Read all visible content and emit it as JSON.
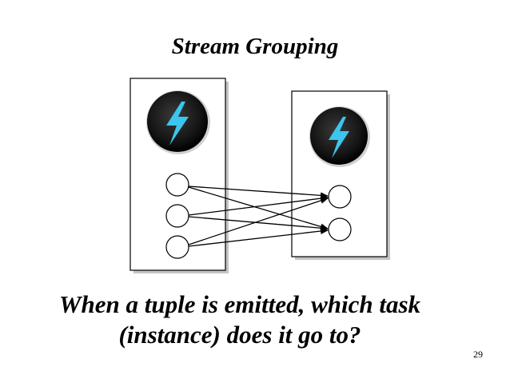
{
  "slide": {
    "title": "Stream Grouping",
    "question_line1": "When a tuple is emitted, which task",
    "question_line2": "(instance) does it go to?",
    "page_number": "29"
  },
  "diagram": {
    "left_box": {
      "icon": "lightning-bolt-icon",
      "task_count": 3
    },
    "right_box": {
      "icon": "lightning-bolt-icon",
      "task_count": 2
    },
    "connections": "every task in the left box connects to every task in the right box",
    "colors": {
      "icon_circle": "#1a1a1a",
      "bolt": "#3cc5ee",
      "box_border": "#000000",
      "box_shadow": "#b5b5b5",
      "arrow": "#000000"
    }
  }
}
